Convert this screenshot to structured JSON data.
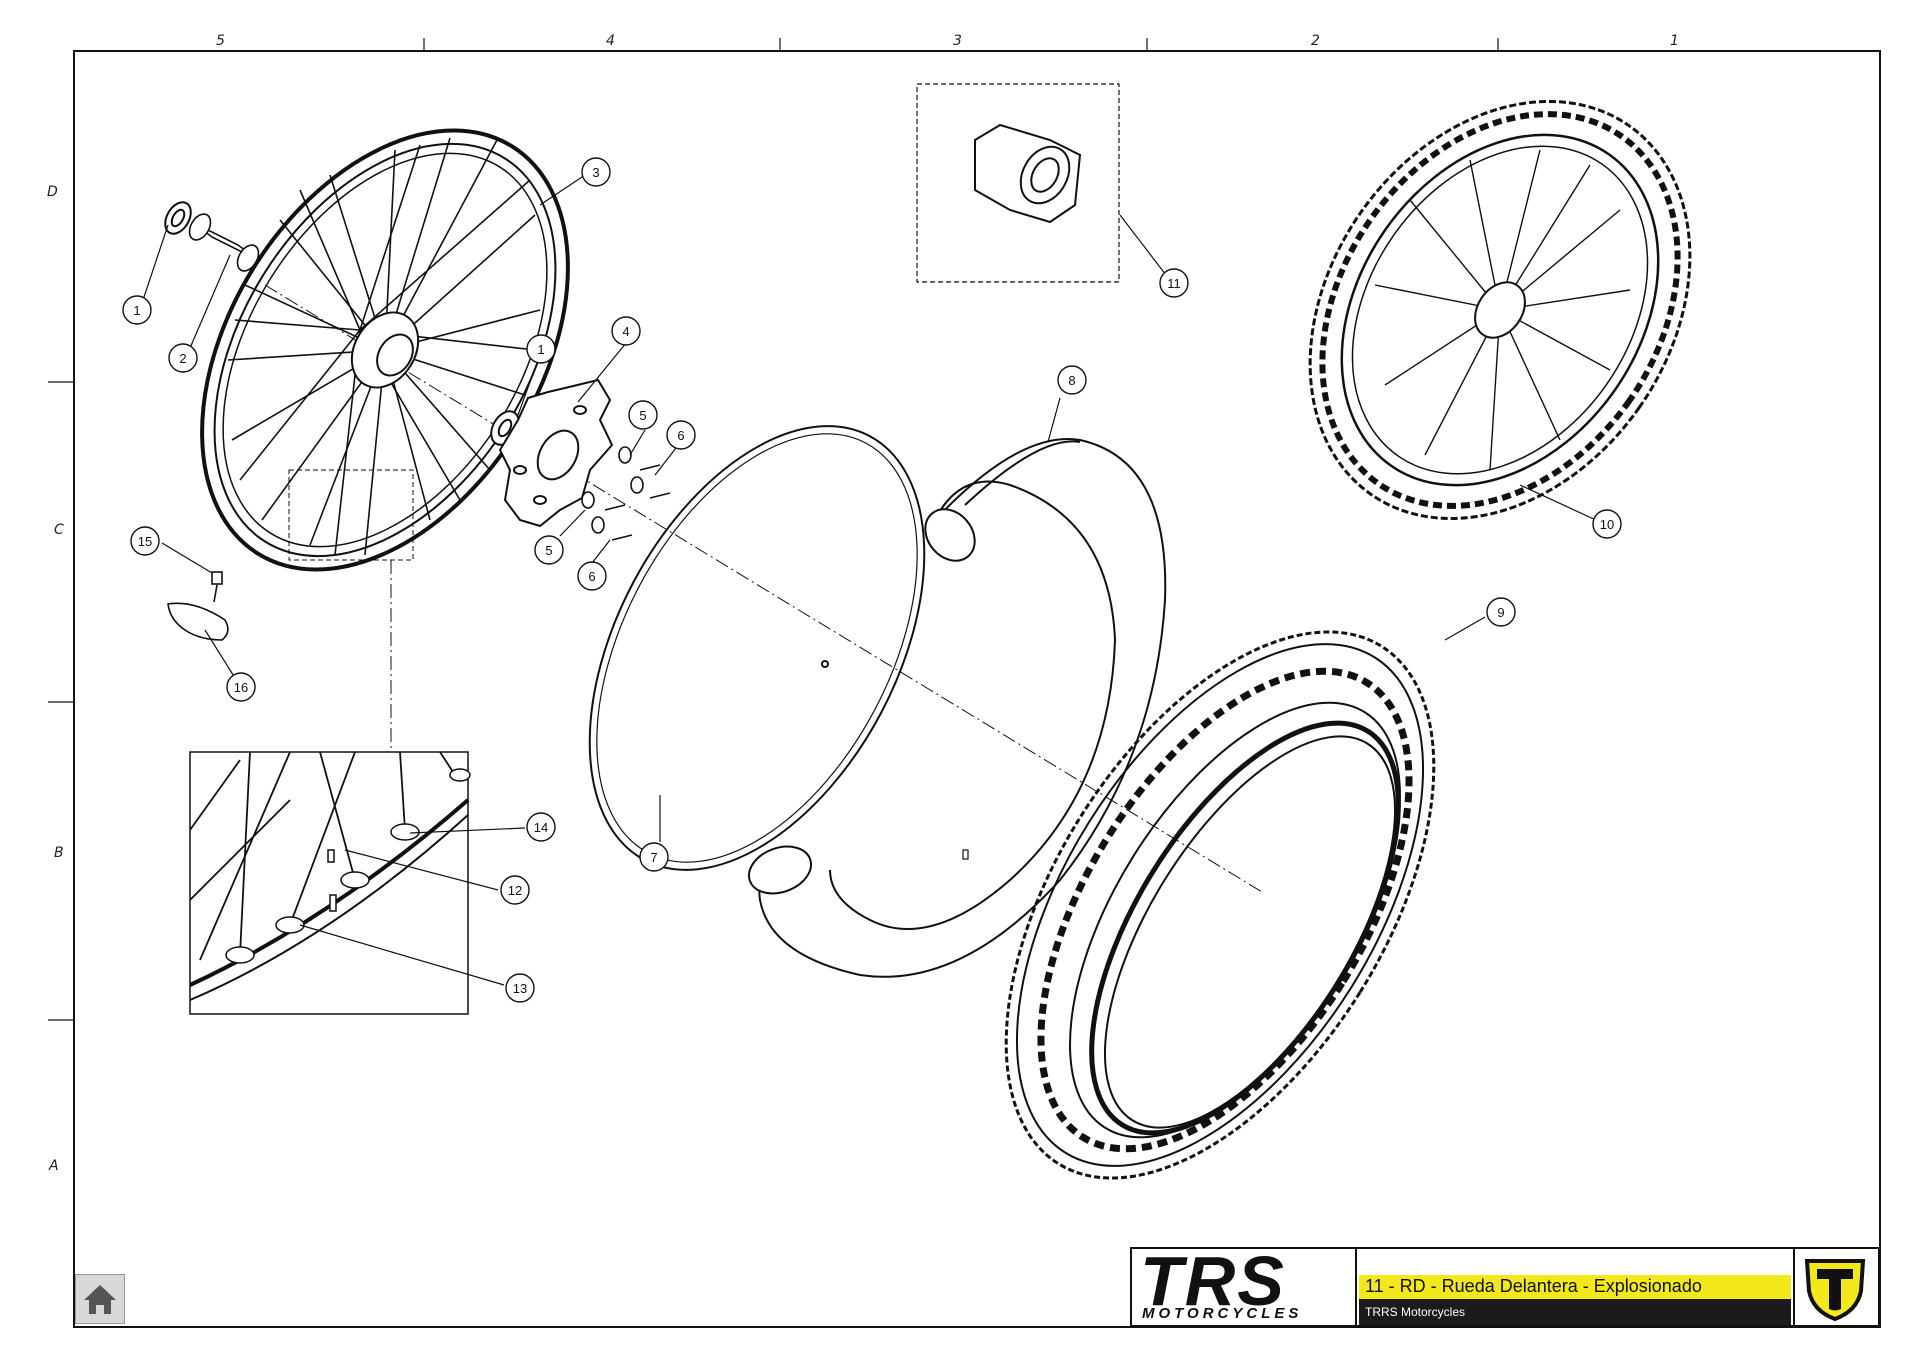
{
  "sheet": {
    "column_zones": [
      "5",
      "4",
      "3",
      "2",
      "1"
    ],
    "row_zones": [
      "D",
      "C",
      "B",
      "A"
    ]
  },
  "callouts": [
    "1",
    "2",
    "3",
    "1",
    "4",
    "5",
    "6",
    "5",
    "6",
    "7",
    "8",
    "9",
    "10",
    "11",
    "12",
    "13",
    "14",
    "15",
    "16"
  ],
  "title_block": {
    "logo_main": "TRS",
    "logo_sub": "MOTORCYCLES",
    "title": "11 - RD - Rueda Delantera - Explosionado",
    "company": "TRRS Motorcycles",
    "accent_yellow": "#f3e81a",
    "band_dark": "#1b1b1b"
  },
  "home_button": {
    "icon": "home-icon"
  }
}
